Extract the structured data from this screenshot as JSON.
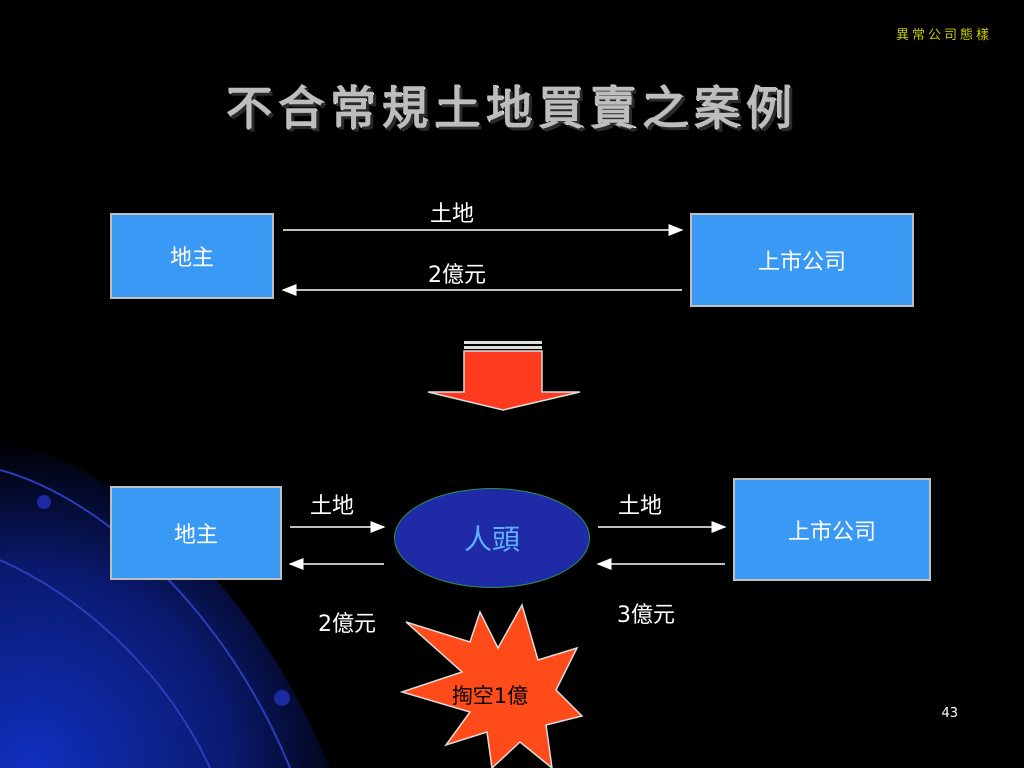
{
  "header": {
    "tag": "異常公司態樣"
  },
  "slide": {
    "title": "不合常規土地買賣之案例",
    "page_number": "43"
  },
  "top_flow": {
    "left_box": "地主",
    "right_box": "上市公司",
    "arrow_right_label": "土地",
    "arrow_left_label": "2億元"
  },
  "bottom_flow": {
    "left_box": "地主",
    "middle": "人頭",
    "right_box": "上市公司",
    "left_arrow_right_label": "土地",
    "left_arrow_left_label": "2億元",
    "right_arrow_right_label": "土地",
    "right_arrow_left_label": "3億元",
    "burst_label": "掏空1億"
  },
  "colors": {
    "box_fill": "#3a99f4",
    "ellipse_fill": "#1f2aa6",
    "down_arrow": "#ff3b1f",
    "burst": "#ff4a1a"
  }
}
